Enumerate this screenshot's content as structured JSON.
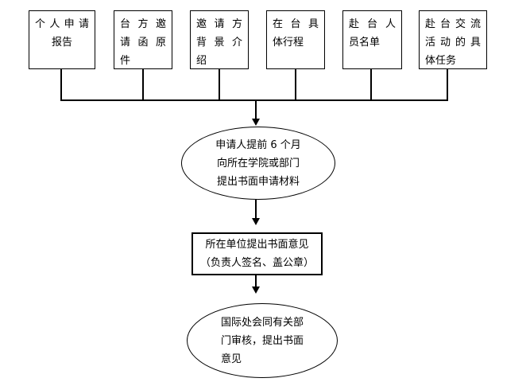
{
  "canvas": {
    "background": "#ffffff",
    "line_color": "#000000",
    "text_color": "#000000"
  },
  "top_boxes": [
    {
      "lines": [
        "个人申请",
        "报告"
      ]
    },
    {
      "lines": [
        "台方邀",
        "请函原",
        "件"
      ]
    },
    {
      "lines": [
        "邀请方",
        "背景介",
        "绍"
      ]
    },
    {
      "lines": [
        "在台具",
        "体行程"
      ]
    },
    {
      "lines": [
        "赴台人",
        "员名单"
      ]
    },
    {
      "lines": [
        "赴台交流",
        "活动的具",
        "体任务"
      ]
    }
  ],
  "flow": {
    "step1": {
      "lines": [
        "申请人提前 6 个月",
        "向所在学院或部门",
        "提出书面申请材料"
      ]
    },
    "step2": {
      "lines": [
        "所在单位提出书面意见",
        "（负责人签名、盖公章）"
      ]
    },
    "step3": {
      "lines": [
        "国际处会同有关部",
        "门审核，提出书面",
        "意见"
      ]
    }
  }
}
